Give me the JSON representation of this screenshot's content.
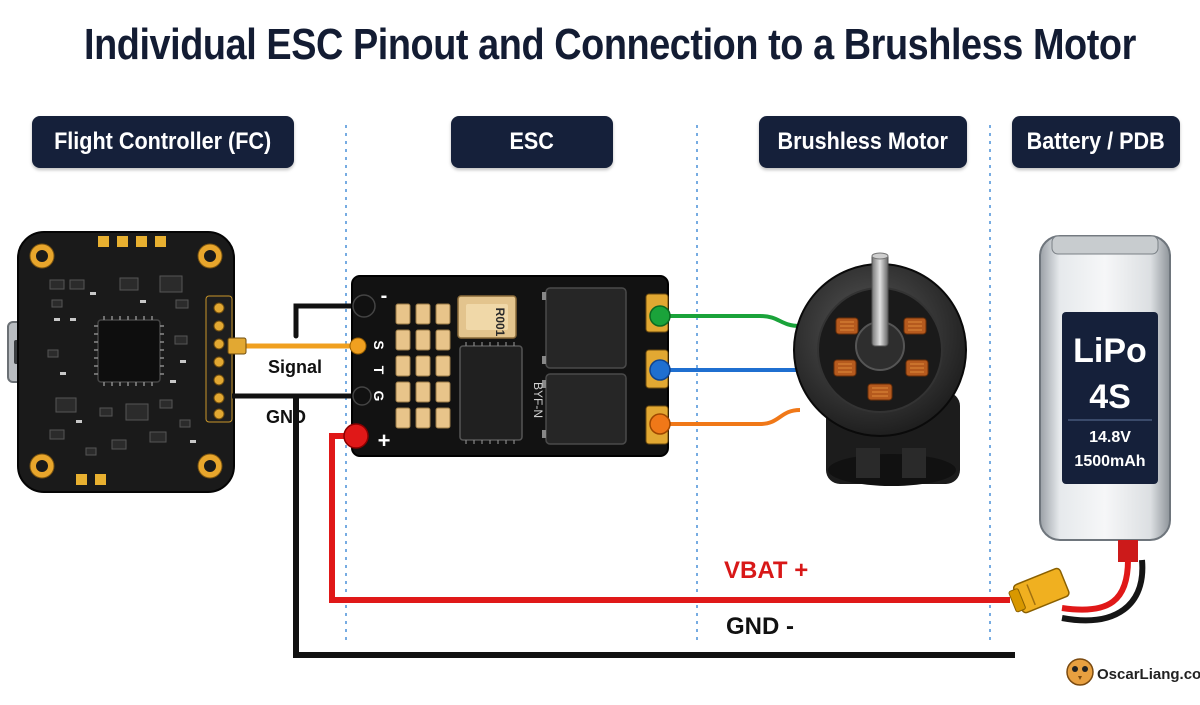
{
  "title": "Individual ESC Pinout and Connection to a Brushless Motor",
  "sections": {
    "fc": "Flight Controller (FC)",
    "esc": "ESC",
    "motor": "Brushless Motor",
    "battery": "Battery / PDB"
  },
  "esc_pins": {
    "minus": "-",
    "signal_pin": "S",
    "telemetry_pin": "T",
    "ground_pin": "G",
    "plus": "+",
    "chip_top": "R001",
    "chip_side": "BYF-N"
  },
  "wire_labels": {
    "signal": "Signal",
    "gnd": "GND",
    "vbat": "VBAT +",
    "gnd_minus": "GND -"
  },
  "battery": {
    "type": "LiPo",
    "cells": "4S",
    "voltage": "14.8V",
    "capacity": "1500mAh"
  },
  "watermark": "OscarLiang.com",
  "colors": {
    "signal_wire": "#f0a020",
    "vbat_wire": "#e01818",
    "gnd_wire": "#111111",
    "phase_a": "#1aa33a",
    "phase_b": "#1f6fd0",
    "phase_c": "#f07818",
    "label_bg": "#15203a"
  }
}
